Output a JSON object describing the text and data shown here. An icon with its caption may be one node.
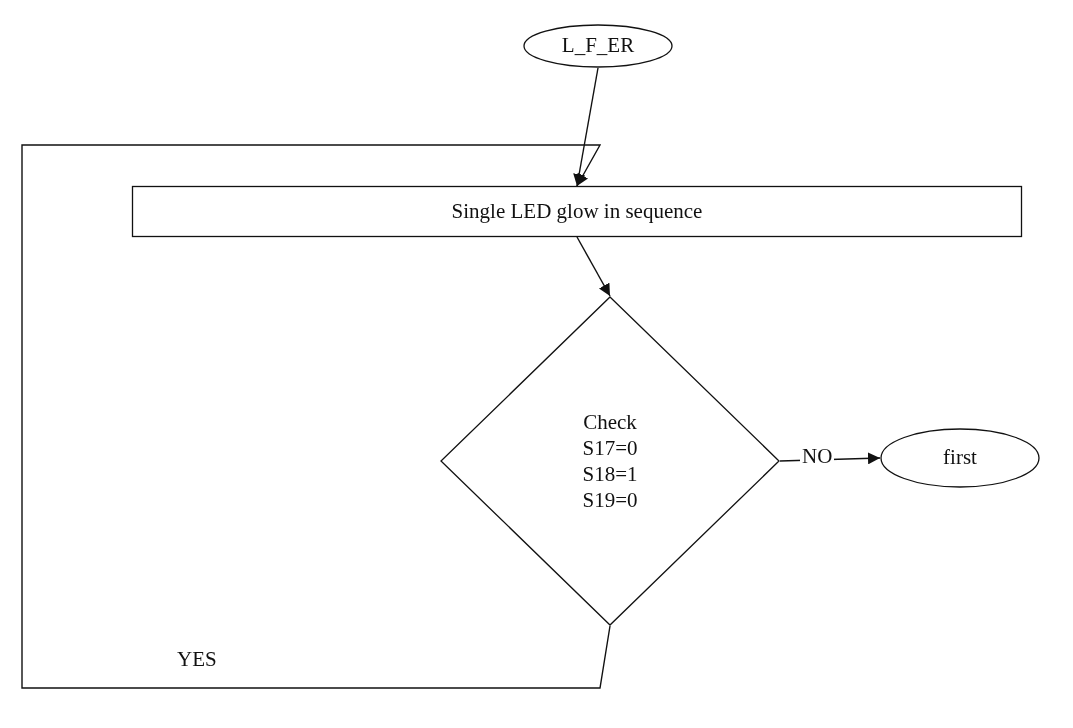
{
  "diagram": {
    "nodes": [
      {
        "text": [
          "L_F_ER"
        ]
      },
      {
        "text": [
          "Single LED glow in sequence"
        ]
      },
      {
        "text": [
          "Check S17=0 S18=1 S19=0"
        ]
      },
      {
        "text": [
          "first"
        ]
      }
    ],
    "edges": [
      {
        "from": 0,
        "to": 1,
        "arrow": "to"
      },
      {
        "from": 1,
        "to": 2,
        "arrow": "to"
      },
      {
        "from": 2,
        "to": 3,
        "label": "NO",
        "arrow": "to"
      },
      {
        "from": 2,
        "to": 1,
        "label": "YES",
        "arrow": "to"
      }
    ]
  }
}
